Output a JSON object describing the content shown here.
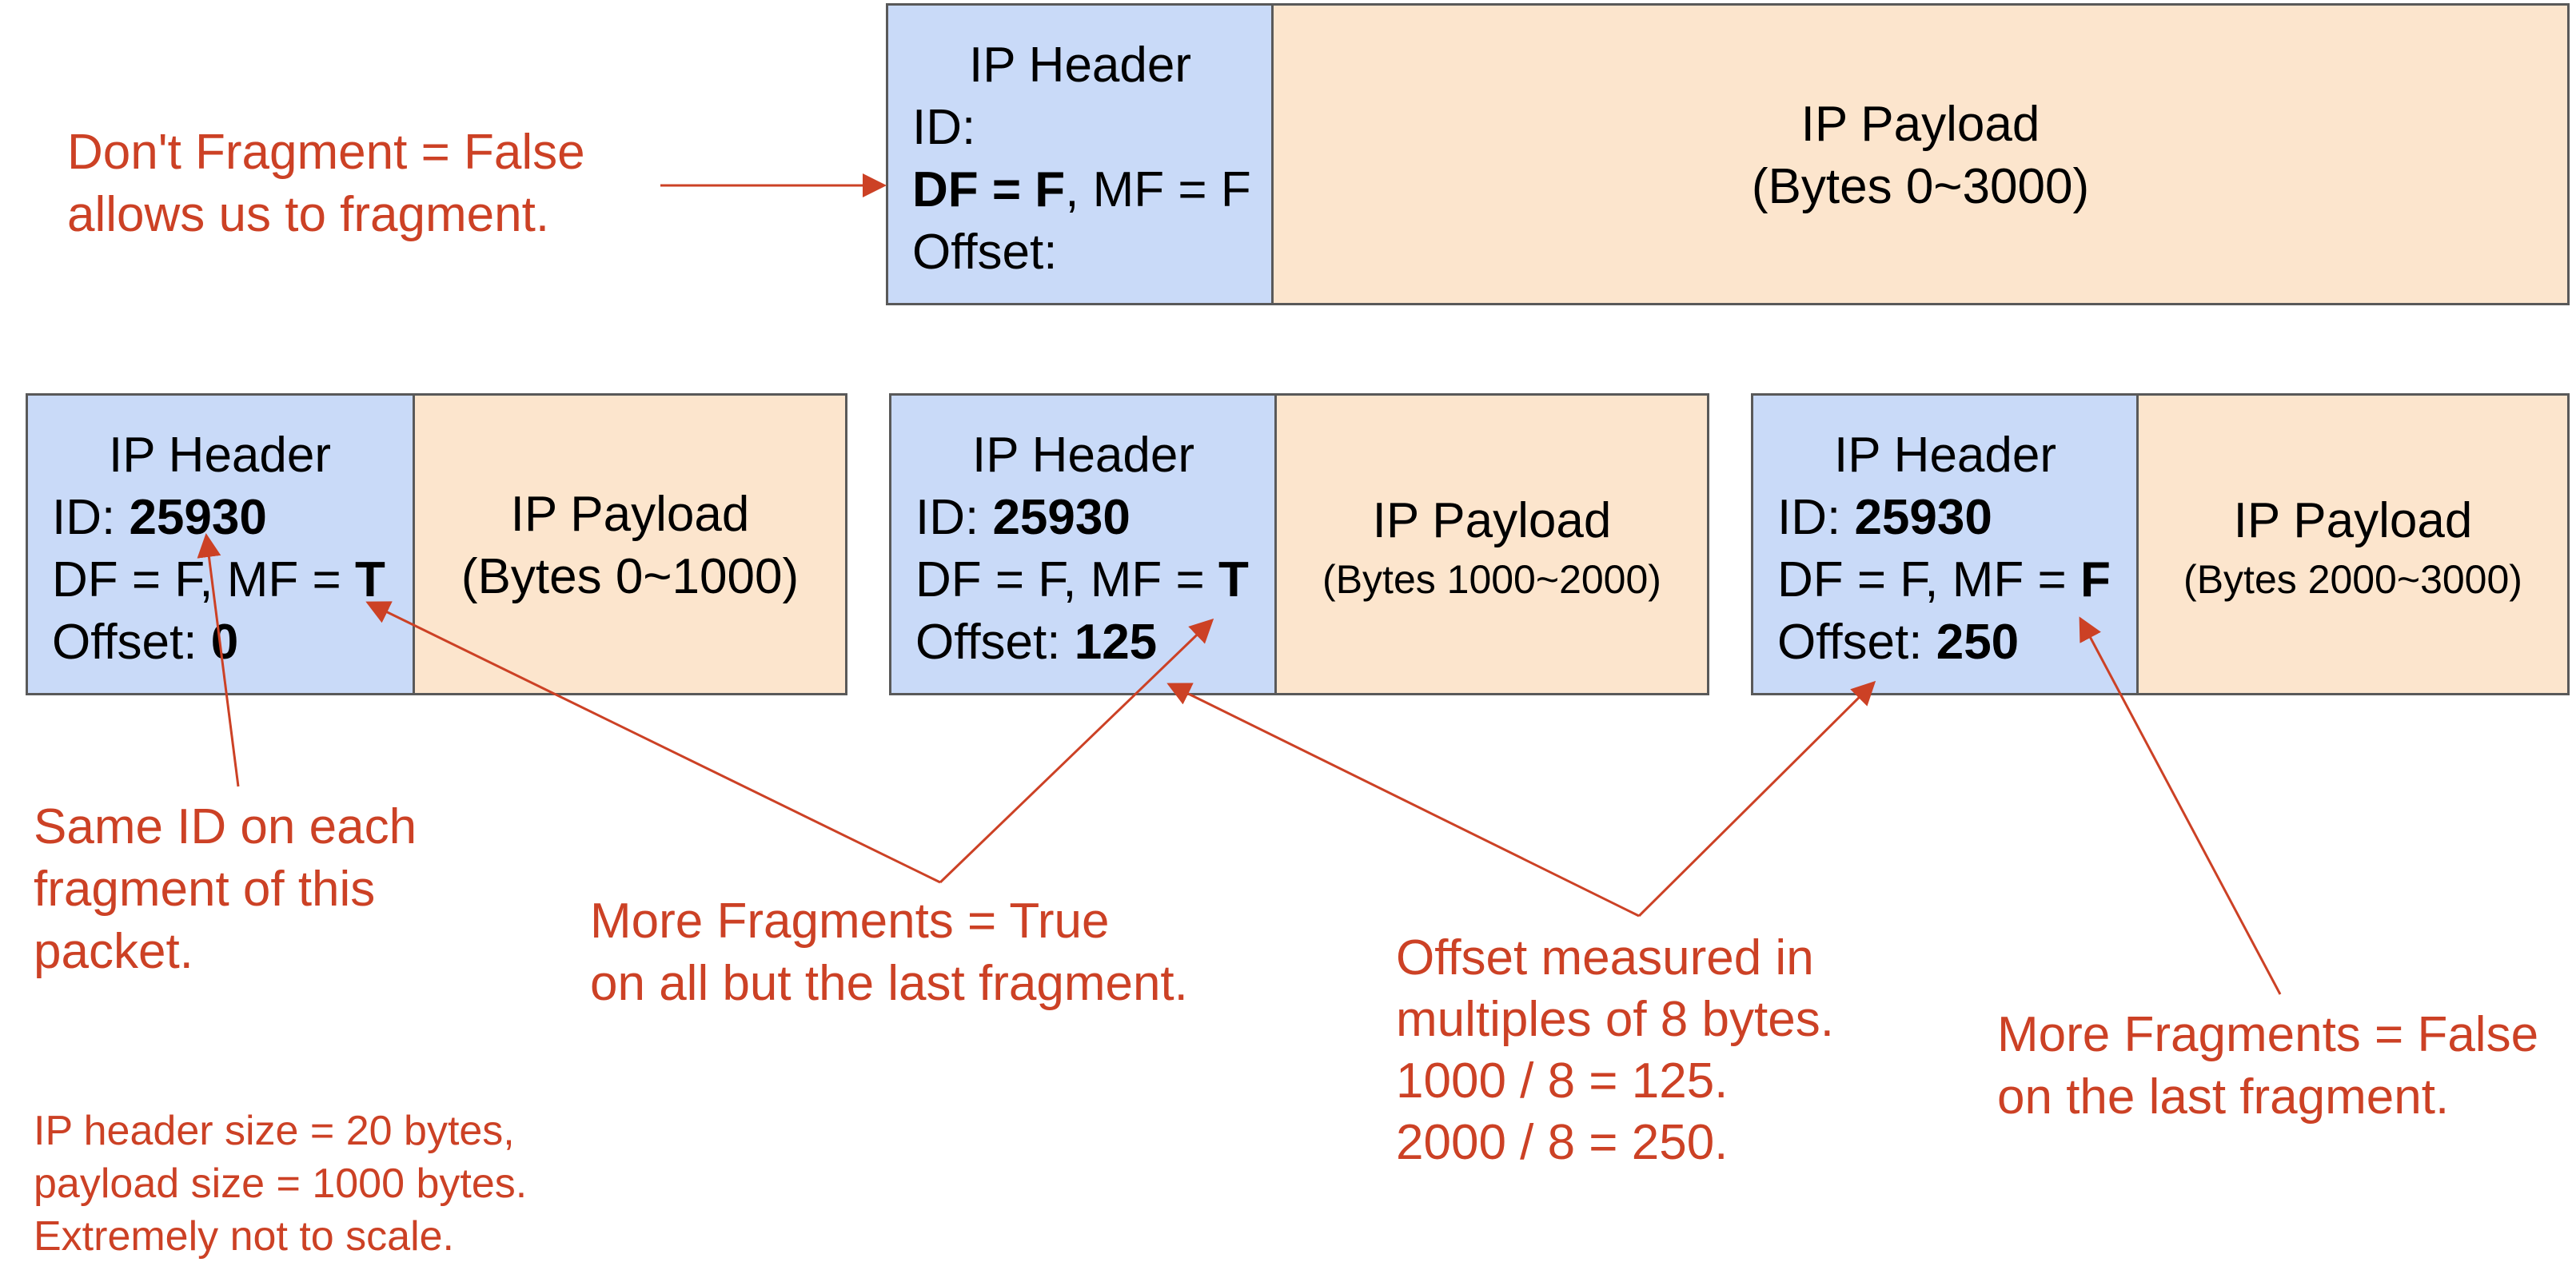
{
  "original": {
    "header": {
      "title": "IP Header",
      "id_label": "ID:",
      "id_value": "",
      "df_text": "DF = F",
      "mf_prefix": ", MF = ",
      "mf_value": "F",
      "offset_label": "Offset:",
      "offset_value": ""
    },
    "payload": {
      "title": "IP Payload",
      "range": "(Bytes 0~3000)"
    }
  },
  "fragments": [
    {
      "header": {
        "title": "IP Header",
        "id_label": "ID: ",
        "id_value": "25930",
        "df_mf_prefix": "DF = F, MF = ",
        "mf_value": "T",
        "offset_label": "Offset: ",
        "offset_value": "0"
      },
      "payload": {
        "title": "IP Payload",
        "range": "(Bytes 0~1000)"
      }
    },
    {
      "header": {
        "title": "IP Header",
        "id_label": "ID: ",
        "id_value": "25930",
        "df_mf_prefix": "DF = F, MF = ",
        "mf_value": "T",
        "offset_label": "Offset: ",
        "offset_value": "125"
      },
      "payload": {
        "title": "IP Payload",
        "range": "(Bytes 1000~2000)"
      }
    },
    {
      "header": {
        "title": "IP Header",
        "id_label": "ID: ",
        "id_value": "25930",
        "df_mf_prefix": "DF = F, MF = ",
        "mf_value": "F",
        "offset_label": "Offset: ",
        "offset_value": "250"
      },
      "payload": {
        "title": "IP Payload",
        "range": "(Bytes 2000~3000)"
      }
    }
  ],
  "annotations": {
    "dont_fragment": [
      "Don't Fragment = False",
      "allows us to fragment."
    ],
    "same_id": [
      "Same ID on each",
      "fragment of this",
      "packet."
    ],
    "more_fragments_true": [
      "More Fragments = True",
      "on all but the last fragment."
    ],
    "offset_measured": [
      "Offset measured in",
      "multiples of 8 bytes.",
      "1000 / 8 = 125.",
      "2000 / 8 = 250."
    ],
    "more_fragments_false": [
      "More Fragments = False",
      "on the last fragment."
    ],
    "size_note": [
      "IP header size = 20 bytes,",
      "payload size = 1000 bytes.",
      "Extremely not to scale."
    ]
  },
  "colors": {
    "header_fill": "#c9daf8",
    "payload_fill": "#fce5cd",
    "annotation_text": "#cc4125",
    "arrow": "#cc4125",
    "box_border": "#595959"
  }
}
